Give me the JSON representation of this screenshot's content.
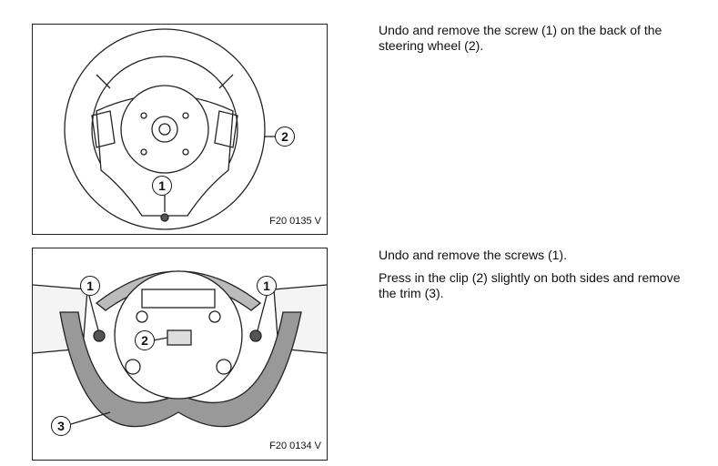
{
  "steps": [
    {
      "figure_code": "F20 0135 V",
      "instructions": [
        "Undo and remove the screw (1) on the back of the steering wheel (2)."
      ],
      "callouts": [
        "1",
        "2"
      ]
    },
    {
      "figure_code": "F20 0134 V",
      "instructions": [
        "Undo and remove the screws (1).",
        "Press in the clip (2) slightly on both sides and remove the trim (3)."
      ],
      "callouts": [
        "1",
        "1",
        "2",
        "3"
      ]
    }
  ]
}
